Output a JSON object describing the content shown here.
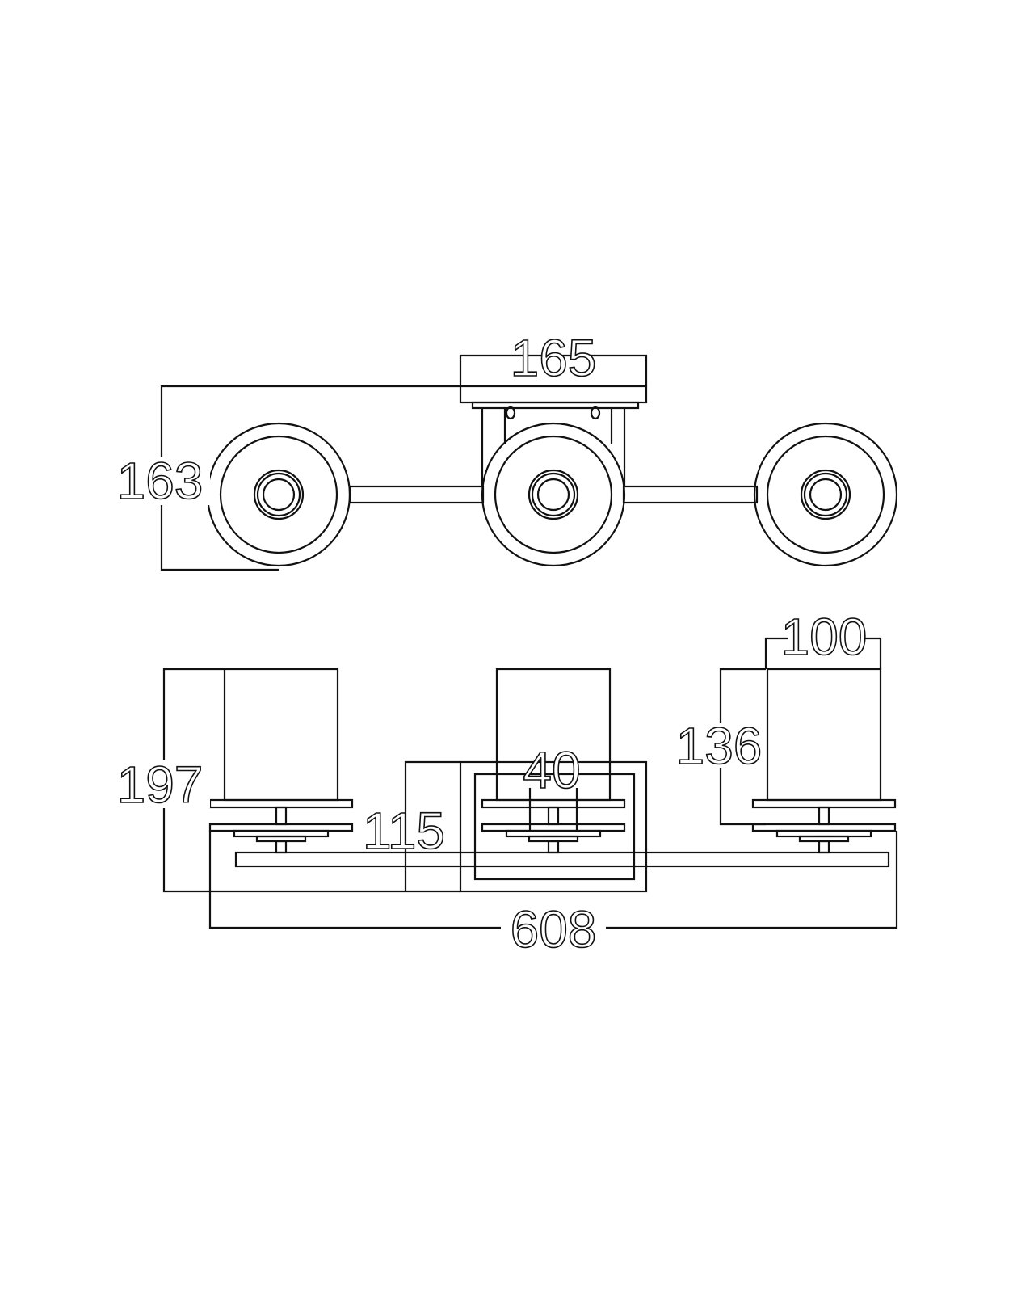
{
  "drawing": {
    "top_view": {
      "dim_width_bracket": "165",
      "dim_depth": "163"
    },
    "front_view": {
      "dim_height_total": "197",
      "dim_backplate_height": "115",
      "dim_stem": "40",
      "dim_shade_height": "136",
      "dim_shade_width": "100",
      "dim_total_width": "608"
    },
    "line_color": "#111111"
  }
}
